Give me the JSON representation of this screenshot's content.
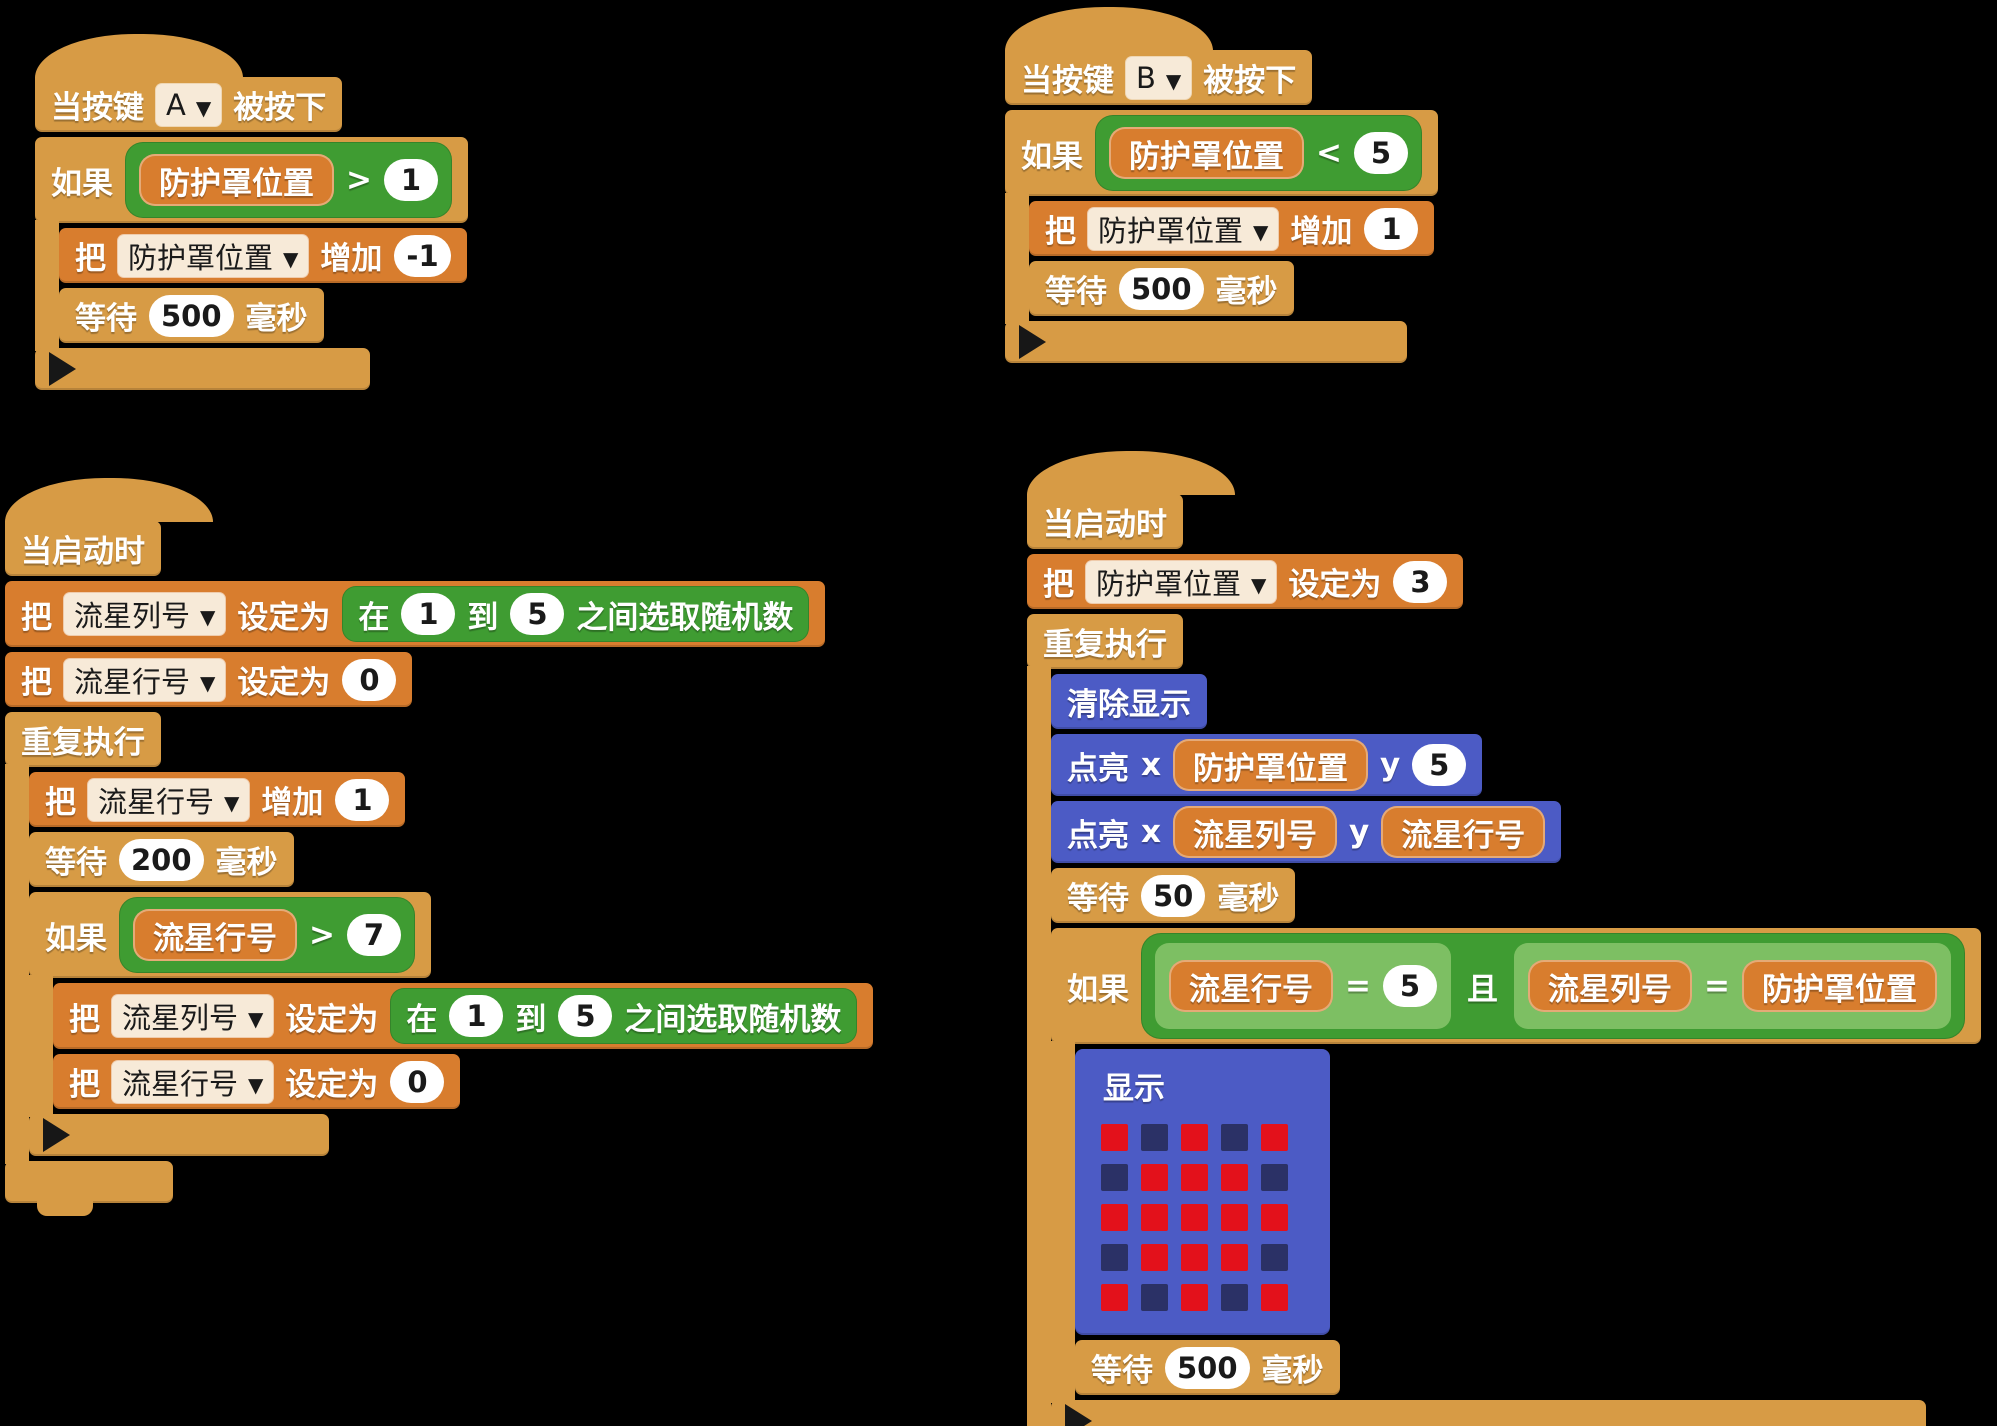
{
  "palette": {
    "block_tan": "#d79b45",
    "block_orange": "#d87d2e",
    "block_blue": "#4c5bc5",
    "bool_green": "#3f9c32",
    "bool_light_green": "#7dbf63",
    "field_bg": "#f7ead8",
    "led_on": "#e3111b",
    "led_off": "#2b3166"
  },
  "stack_key_a": {
    "hat": {
      "pre": "当按键",
      "key": "A",
      "post": "被按下"
    },
    "if": {
      "kw": "如果",
      "cond": {
        "var": "防护罩位置",
        "op": ">",
        "val": "1"
      }
    },
    "change": {
      "kw": "把",
      "var": "防护罩位置",
      "verb": "增加",
      "val": "-1"
    },
    "wait": {
      "kw": "等待",
      "val": "500",
      "unit": "毫秒"
    }
  },
  "stack_key_b": {
    "hat": {
      "pre": "当按键",
      "key": "B",
      "post": "被按下"
    },
    "if": {
      "kw": "如果",
      "cond": {
        "var": "防护罩位置",
        "op": "<",
        "val": "5"
      }
    },
    "change": {
      "kw": "把",
      "var": "防护罩位置",
      "verb": "增加",
      "val": "1"
    },
    "wait": {
      "kw": "等待",
      "val": "500",
      "unit": "毫秒"
    }
  },
  "stack_meteor": {
    "hat": {
      "label": "当启动时"
    },
    "set_col": {
      "kw": "把",
      "var": "流星列号",
      "verb": "设定为",
      "rand": {
        "p1": "在",
        "v1": "1",
        "p2": "到",
        "v2": "5",
        "p3": "之间选取随机数"
      }
    },
    "set_row": {
      "kw": "把",
      "var": "流星行号",
      "verb": "设定为",
      "val": "0"
    },
    "repeat": {
      "label": "重复执行"
    },
    "change_row": {
      "kw": "把",
      "var": "流星行号",
      "verb": "增加",
      "val": "1"
    },
    "wait": {
      "kw": "等待",
      "val": "200",
      "unit": "毫秒"
    },
    "if": {
      "kw": "如果",
      "cond": {
        "var": "流星行号",
        "op": ">",
        "val": "7"
      }
    },
    "if_set_col": {
      "kw": "把",
      "var": "流星列号",
      "verb": "设定为",
      "rand": {
        "p1": "在",
        "v1": "1",
        "p2": "到",
        "v2": "5",
        "p3": "之间选取随机数"
      }
    },
    "if_set_row": {
      "kw": "把",
      "var": "流星行号",
      "verb": "设定为",
      "val": "0"
    }
  },
  "stack_shield": {
    "hat": {
      "label": "当启动时"
    },
    "set_pos": {
      "kw": "把",
      "var": "防护罩位置",
      "verb": "设定为",
      "val": "3"
    },
    "repeat": {
      "label": "重复执行"
    },
    "clear": {
      "label": "清除显示"
    },
    "light_shield": {
      "kw": "点亮",
      "xlab": "x",
      "xvar": "防护罩位置",
      "ylab": "y",
      "yval": "5"
    },
    "light_meteor": {
      "kw": "点亮",
      "xlab": "x",
      "xvar": "流星列号",
      "ylab": "y",
      "yvar": "流星行号"
    },
    "wait_short": {
      "kw": "等待",
      "val": "50",
      "unit": "毫秒"
    },
    "if": {
      "kw": "如果",
      "and": "且",
      "cond1": {
        "var": "流星行号",
        "op": "=",
        "val": "5"
      },
      "cond2": {
        "var": "流星列号",
        "op": "=",
        "var2": "防护罩位置"
      }
    },
    "show": {
      "label": "显示",
      "matrix": [
        [
          1,
          0,
          1,
          0,
          1
        ],
        [
          0,
          1,
          1,
          1,
          0
        ],
        [
          1,
          1,
          1,
          1,
          1
        ],
        [
          0,
          1,
          1,
          1,
          0
        ],
        [
          1,
          0,
          1,
          0,
          1
        ]
      ]
    },
    "wait_long": {
      "kw": "等待",
      "val": "500",
      "unit": "毫秒"
    }
  }
}
